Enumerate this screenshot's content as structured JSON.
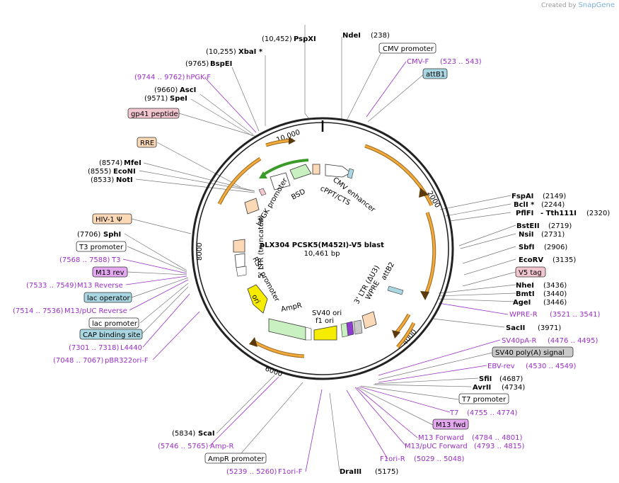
{
  "credit": {
    "created_by": "Created by",
    "brand": "SnapGene"
  },
  "plasmid": {
    "name": "pLX304 PCSK5(M452I)-V5 blast",
    "length_label": "10,461 bp",
    "total_bp": 10461
  },
  "ring_ticks": [
    {
      "label": "2000",
      "pos": 2000
    },
    {
      "label": "4000",
      "pos": 4000
    },
    {
      "label": "6000",
      "pos": 6000
    },
    {
      "label": "8000",
      "pos": 8000
    },
    {
      "label": "10,000",
      "pos": 10000
    }
  ],
  "features": [
    {
      "label": "CMV enhancer",
      "kind": "promoter"
    },
    {
      "label": "cPPT/CTS",
      "kind": "misc"
    },
    {
      "label": "BSD",
      "kind": "cds"
    },
    {
      "label": "hPGK promoter",
      "kind": "promoter"
    },
    {
      "label": "5' LTR (truncated)",
      "kind": "ltr"
    },
    {
      "label": "RSV promoter",
      "kind": "promoter"
    },
    {
      "label": "ori",
      "kind": "ori"
    },
    {
      "label": "AmpR",
      "kind": "cds"
    },
    {
      "label": "SV40 ori",
      "kind": "ori"
    },
    {
      "label": "f1 ori",
      "kind": "ori"
    },
    {
      "label": "3' LTR (ΔU3)",
      "kind": "ltr"
    },
    {
      "label": "WPRE",
      "kind": "misc"
    },
    {
      "label": "attB2",
      "kind": "misc"
    }
  ],
  "annotations": [
    {
      "name": "(10,452)",
      "label": "PspXI",
      "style": "enzyme-left"
    },
    {
      "name": "NdeI",
      "label": "(238)",
      "style": "enzyme-right"
    },
    {
      "label": "CMV promoter",
      "style": "box-white"
    },
    {
      "label": "CMV-F",
      "range": "(523 .. 543)",
      "style": "primer"
    },
    {
      "label": "attB1",
      "style": "box-blue"
    },
    {
      "pos": "(10,255)",
      "label": "XbaI *",
      "style": "enzyme-left"
    },
    {
      "pos": "(9765)",
      "label": "BspEI",
      "style": "enzyme-left"
    },
    {
      "pos": "(9744 .. 9762)",
      "label": "hPGK-F",
      "style": "primer-left"
    },
    {
      "pos": "(9660)",
      "label": "AscI",
      "style": "enzyme-left"
    },
    {
      "pos": "(9571)",
      "label": "SpeI",
      "style": "enzyme-left"
    },
    {
      "label": "gp41 peptide",
      "style": "box-pink"
    },
    {
      "label": "RRE",
      "style": "box-peach"
    },
    {
      "pos": "(8574)",
      "label": "MfeI",
      "style": "enzyme-left"
    },
    {
      "pos": "(8555)",
      "label": "EcoNI",
      "style": "enzyme-left"
    },
    {
      "pos": "(8533)",
      "label": "NotI",
      "style": "enzyme-left"
    },
    {
      "label": "HIV-1 Ψ",
      "style": "box-peach"
    },
    {
      "pos": "(7706)",
      "label": "SphI",
      "style": "enzyme-left"
    },
    {
      "label": "T3 promoter",
      "style": "box-white"
    },
    {
      "pos": "(7568 .. 7588)",
      "label": "T3",
      "style": "primer-left"
    },
    {
      "label": "M13 rev",
      "style": "box-purple"
    },
    {
      "pos": "(7533 .. 7549)",
      "label": "M13 Reverse",
      "style": "primer-left"
    },
    {
      "label": "lac operator",
      "style": "box-blue"
    },
    {
      "pos": "(7514 .. 7536)",
      "label": "M13/pUC Reverse",
      "style": "primer-left"
    },
    {
      "label": "lac promoter",
      "style": "box-white"
    },
    {
      "label": "CAP binding site",
      "style": "box-blue"
    },
    {
      "pos": "(7301 .. 7318)",
      "label": "L4440",
      "style": "primer-left"
    },
    {
      "pos": "(7048 .. 7067)",
      "label": "pBR322ori-F",
      "style": "primer-left"
    },
    {
      "label": "FspAI",
      "pos": "(2149)",
      "style": "enzyme-right"
    },
    {
      "label": "BclI *",
      "pos": "(2244)",
      "style": "enzyme-right"
    },
    {
      "label": "PflFI",
      "extra": "- Tth111I",
      "pos": "(2320)",
      "style": "enzyme-right"
    },
    {
      "label": "BstEII",
      "pos": "(2719)",
      "style": "enzyme-right"
    },
    {
      "label": "NsiI",
      "pos": "(2731)",
      "style": "enzyme-right"
    },
    {
      "label": "SbfI",
      "pos": "(2906)",
      "style": "enzyme-right"
    },
    {
      "label": "EcoRV",
      "pos": "(3135)",
      "style": "enzyme-right"
    },
    {
      "label": "V5 tag",
      "style": "box-pink"
    },
    {
      "label": "NheI",
      "pos": "(3436)",
      "style": "enzyme-right"
    },
    {
      "label": "BmtI",
      "pos": "(3440)",
      "style": "enzyme-right"
    },
    {
      "label": "AgeI",
      "pos": "(3446)",
      "style": "enzyme-right"
    },
    {
      "label": "WPRE-R",
      "pos": "(3521 .. 3541)",
      "style": "primer"
    },
    {
      "label": "SacII",
      "pos": "(3971)",
      "style": "enzyme-right"
    },
    {
      "label": "SV40pA-R",
      "pos": "(4476 .. 4495)",
      "style": "primer"
    },
    {
      "label": "SV40 poly(A) signal",
      "style": "box-gray"
    },
    {
      "label": "EBV-rev",
      "pos": "(4530 .. 4549)",
      "style": "primer"
    },
    {
      "label": "SfiI",
      "pos": "(4687)",
      "style": "enzyme-right"
    },
    {
      "label": "AvrII",
      "pos": "(4734)",
      "style": "enzyme-right"
    },
    {
      "label": "T7 promoter",
      "style": "box-white"
    },
    {
      "label": "T7",
      "pos": "(4755 .. 4774)",
      "style": "primer"
    },
    {
      "label": "M13 fwd",
      "style": "box-purple"
    },
    {
      "label": "M13 Forward",
      "pos": "(4784 .. 4801)",
      "style": "primer"
    },
    {
      "label": "M13/pUC Forward",
      "pos": "(4793 .. 4815)",
      "style": "primer"
    },
    {
      "label": "F1ori-R",
      "pos": "(5029 .. 5048)",
      "style": "primer"
    },
    {
      "label": "DraIII",
      "pos": "(5175)",
      "style": "enzyme-right"
    },
    {
      "pos": "(5834)",
      "label": "ScaI",
      "style": "enzyme-left"
    },
    {
      "pos": "(5746 .. 5765)",
      "label": "Amp-R",
      "style": "primer-left"
    },
    {
      "label": "AmpR promoter",
      "style": "box-white"
    },
    {
      "pos": "(5239 .. 5260)",
      "label": "F1ori-F",
      "style": "primer-left"
    }
  ],
  "colors": {
    "ring": "#222222",
    "orf": "#f2a93b",
    "bsd_arrow": "#3a9a2a",
    "promoter_white": "#ffffff",
    "cds_green": "#c8f0c0",
    "ori_yellow": "#f5ec00",
    "ltr_peach": "#fcd9b6",
    "primer_purple": "#9a2fc4",
    "tag_pink": "#f2c6cf",
    "feature_blue": "#a9d6e0",
    "feature_purple": "#e3a8f0",
    "feature_gray": "#c8c8c8"
  }
}
